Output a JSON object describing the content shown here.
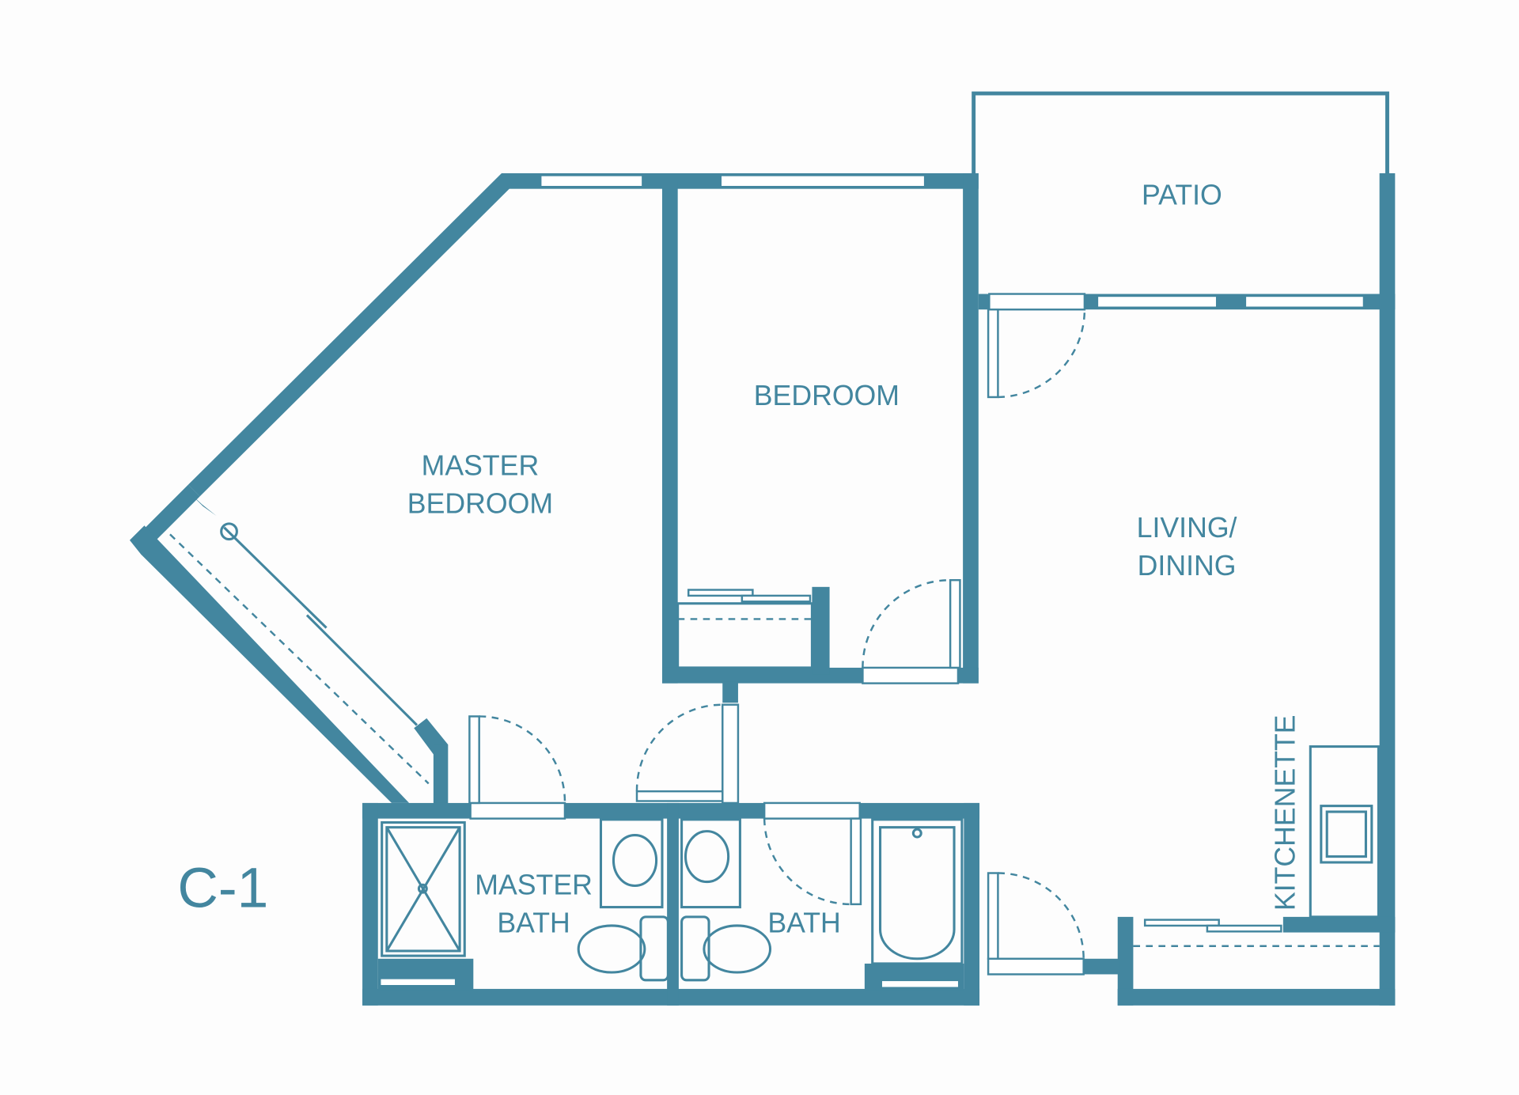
{
  "plan": {
    "code": "C-1",
    "color": "#43869f",
    "rooms": {
      "patio": "PATIO",
      "bedroom": "BEDROOM",
      "master_bedroom": [
        "MASTER",
        "BEDROOM"
      ],
      "living_dining": [
        "LIVING/",
        "DINING"
      ],
      "kitchenette": "KITCHENETTE",
      "master_bath": [
        "MASTER",
        "BATH"
      ],
      "bath": "BATH"
    }
  }
}
